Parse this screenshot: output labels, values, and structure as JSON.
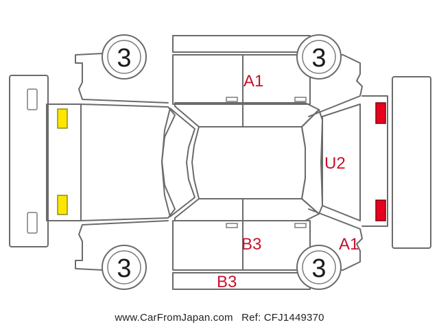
{
  "colors": {
    "outline": "#6a6a6a",
    "damage_text": "#c8102e",
    "front_lamp": "#ffe600",
    "rear_lamp": "#e8001c"
  },
  "tires": {
    "front_left": "3",
    "rear_left": "3",
    "front_right": "3",
    "rear_right": "3"
  },
  "damage_codes": {
    "upper_doors": "A1",
    "rear_window": "U2",
    "lower_doors": "B3",
    "lower_rocker": "B3",
    "rear_quarter": "A1"
  },
  "footer": {
    "site": "www.CarFromJapan.com",
    "ref": "Ref: CFJ1449370"
  }
}
